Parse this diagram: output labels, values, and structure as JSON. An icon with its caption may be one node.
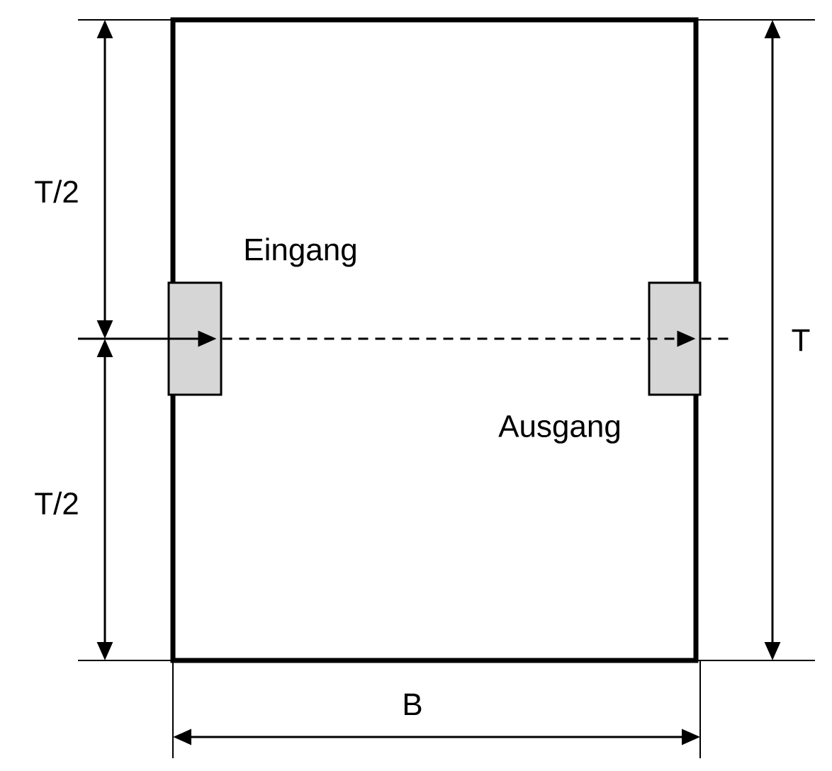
{
  "diagram": {
    "nodes": [
      {
        "text": [],
        "shape": "box",
        "beside": [
          "Eingang"
        ]
      },
      {
        "text": [],
        "shape": "box",
        "beside": [
          "Ausgang"
        ]
      }
    ],
    "edges": [
      {
        "from": null,
        "to": 0,
        "arrow": "to"
      },
      {
        "from": 0,
        "to": 1,
        "arrow": "to",
        "style": "dashed"
      }
    ],
    "labels": [
      "T/2",
      "T/2",
      "T",
      "B"
    ]
  }
}
